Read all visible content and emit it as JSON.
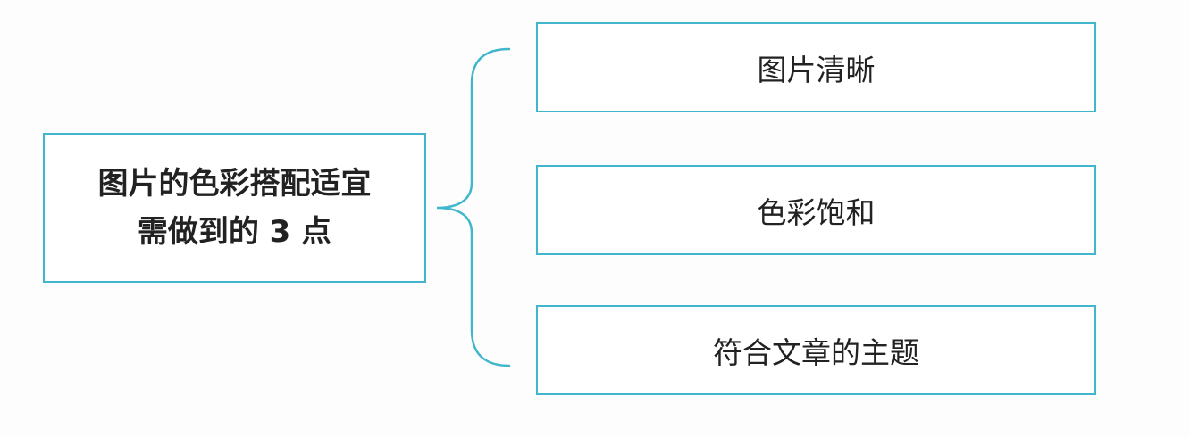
{
  "diagram": {
    "root": {
      "line1": "图片的色彩搭配适宜",
      "line2": "需做到的 3 点"
    },
    "items": [
      {
        "label": "图片清晰"
      },
      {
        "label": "色彩饱和"
      },
      {
        "label": "符合文章的主题"
      }
    ]
  },
  "colors": {
    "accent": "#3fb6cc",
    "text": "#222222",
    "background": "#fdfdfd"
  }
}
